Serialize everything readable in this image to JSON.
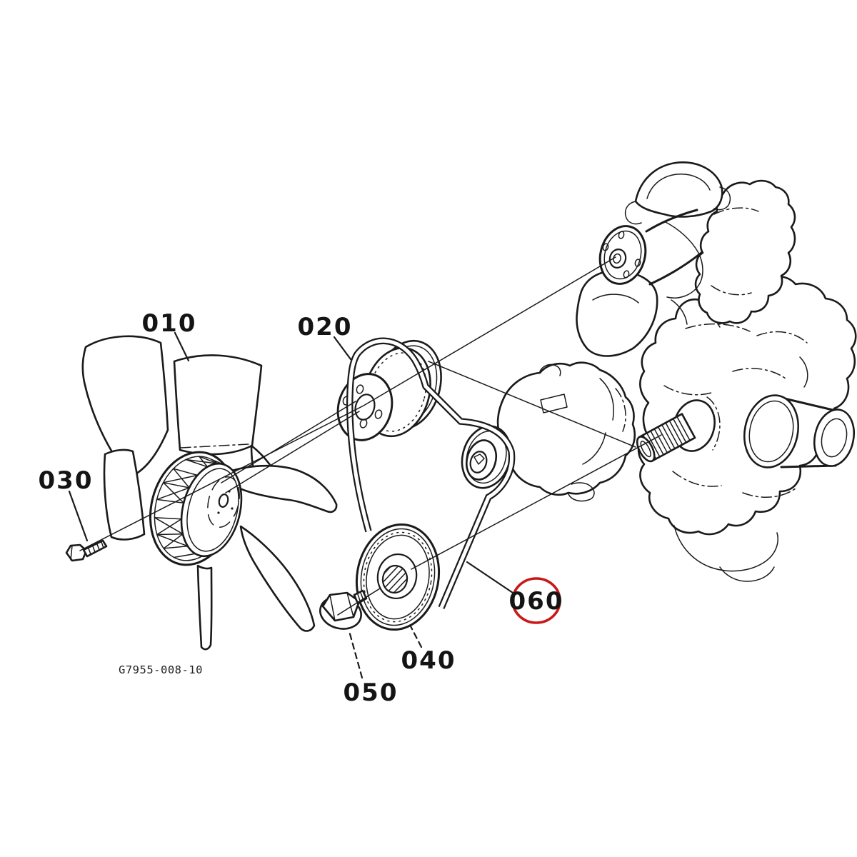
{
  "diagram": {
    "type": "exploded-parts-diagram",
    "background": "#ffffff",
    "line_color": "#1a1a1a",
    "highlight_color": "#c81818",
    "drawing_number": "G7955-008-10",
    "highlighted_callout": "060",
    "callouts": {
      "c010": {
        "text": "010"
      },
      "c020": {
        "text": "020"
      },
      "c030": {
        "text": "030"
      },
      "c040": {
        "text": "040"
      },
      "c050": {
        "text": "050"
      },
      "c060": {
        "text": "060"
      }
    }
  }
}
